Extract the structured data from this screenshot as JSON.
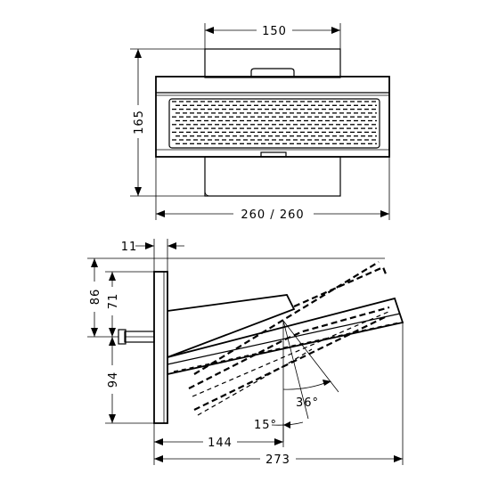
{
  "top_view": {
    "width_top": "150",
    "height_left": "165",
    "width_bottom": "260 / 260"
  },
  "side_view": {
    "wall_thickness": "11",
    "upper_height": "86",
    "inner_height": "71",
    "lower_height": "94",
    "angle_large": "36°",
    "angle_small": "15°",
    "horizontal_near": "144",
    "horizontal_total": "273"
  }
}
